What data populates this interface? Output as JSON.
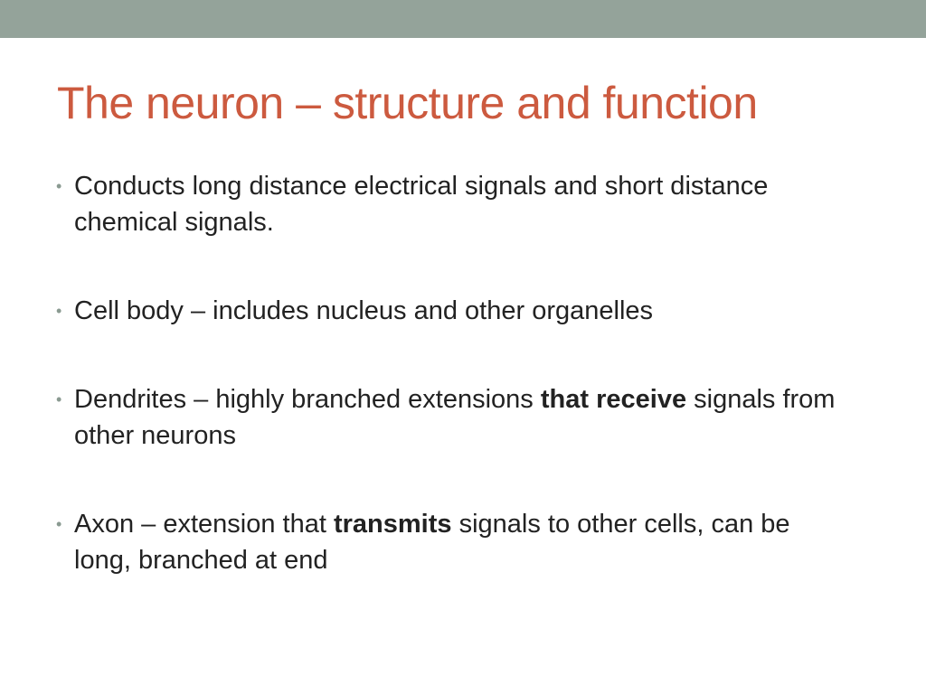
{
  "colors": {
    "top_band": "#94a39a",
    "title": "#cc5a3f",
    "bullet_dot": "#8a9a91",
    "body_text": "#222222"
  },
  "slide": {
    "title": "The neuron – structure and function",
    "bullets": [
      {
        "segments": [
          {
            "text": "Conducts long distance electrical signals and short distance chemical signals.",
            "bold": false
          }
        ]
      },
      {
        "segments": [
          {
            "text": "Cell body – includes nucleus and other organelles",
            "bold": false
          }
        ]
      },
      {
        "segments": [
          {
            "text": "Dendrites – highly branched extensions ",
            "bold": false
          },
          {
            "text": "that receive",
            "bold": true
          },
          {
            "text": " signals from other neurons",
            "bold": false
          }
        ]
      },
      {
        "segments": [
          {
            "text": "Axon – extension that ",
            "bold": false
          },
          {
            "text": "transmits",
            "bold": true
          },
          {
            "text": " signals to other cells, can be long, branched at end",
            "bold": false
          }
        ]
      }
    ]
  }
}
